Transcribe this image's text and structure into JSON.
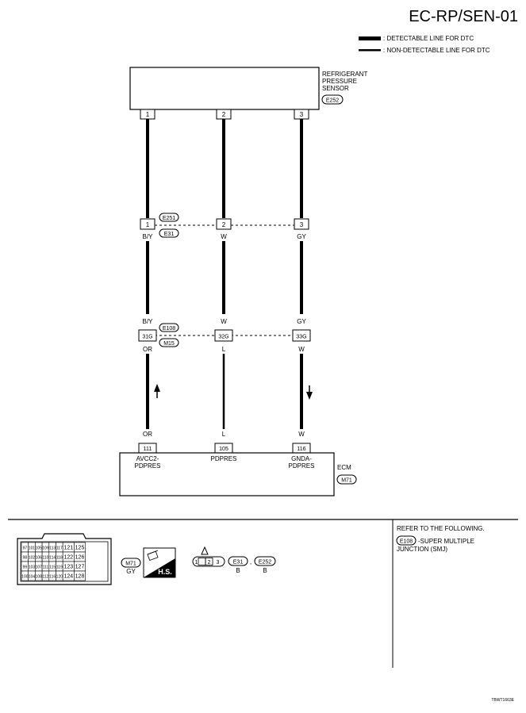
{
  "header": {
    "page_code": "EC-RP/SEN-01"
  },
  "legend": {
    "detectable": ": DETECTABLE LINE FOR DTC",
    "non_detectable": ": NON-DETECTABLE LINE FOR DTC"
  },
  "sensor": {
    "name_lines": [
      "REFRIGERANT",
      "PRESSURE",
      "SENSOR"
    ],
    "connector": "E252",
    "pins": [
      "1",
      "2",
      "3"
    ]
  },
  "junction1": {
    "connectors": [
      "E251",
      "E31"
    ],
    "pins": [
      "1",
      "2",
      "3"
    ],
    "wire_colors": [
      "B/Y",
      "W",
      "GY"
    ]
  },
  "junction2": {
    "connectors": [
      "E108",
      "M15"
    ],
    "upper_colors": [
      "B/Y",
      "W",
      "GY"
    ],
    "pins": [
      "31G",
      "32G",
      "33G"
    ],
    "lower_colors": [
      "OR",
      "L",
      "W"
    ]
  },
  "ecm": {
    "name": "ECM",
    "connector": "M71",
    "wire_colors": [
      "OR",
      "L",
      "W"
    ],
    "pins": [
      "111",
      "105",
      "116"
    ],
    "terminal_labels": [
      [
        "AVCC2-",
        "PDPRES"
      ],
      [
        "PDPRES"
      ],
      [
        "GNDA-",
        "PDPRES"
      ]
    ]
  },
  "connector_views": {
    "m71_grid": [
      [
        "97",
        "101",
        "105",
        "109",
        "113",
        "117",
        "121",
        "125"
      ],
      [
        "98",
        "102",
        "106",
        "110",
        "114",
        "118",
        "122",
        "126"
      ],
      [
        "99",
        "103",
        "107",
        "111",
        "115",
        "119",
        "123",
        "127"
      ],
      [
        "100",
        "104",
        "108",
        "112",
        "116",
        "120",
        "124",
        "128"
      ]
    ],
    "m71_label": "M71",
    "m71_color": "GY",
    "hs_label": "H.S.",
    "small_pins": [
      "1",
      "2",
      "3"
    ],
    "e31_label": "E31",
    "e31_color": "B",
    "e252_label": "E252",
    "e252_color": "B"
  },
  "refer": {
    "title": "REFER TO THE FOLLOWING.",
    "connector": "E108",
    "desc_lines": [
      "-SUPER MULTIPLE",
      "JUNCTION (SMJ)"
    ]
  },
  "footer": {
    "figure_code": "TBWT1663E"
  }
}
